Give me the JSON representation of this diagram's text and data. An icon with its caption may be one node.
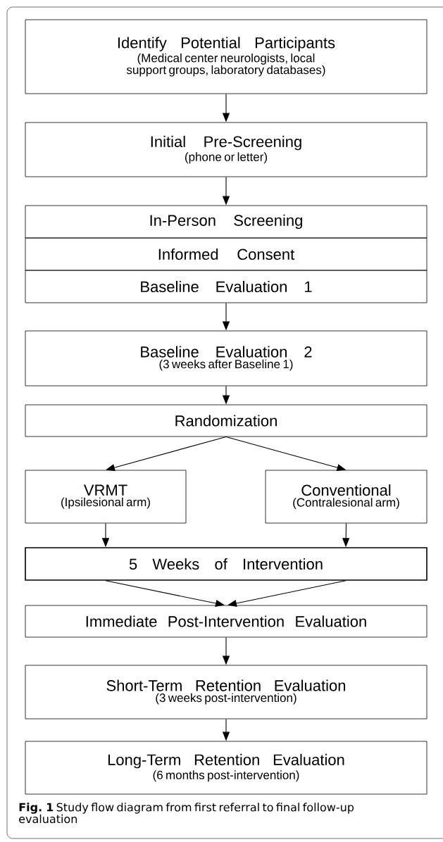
{
  "diagram": {
    "caption": "**Fig. 1** Study flow diagram from first referral to final follow-up evaluation",
    "nodes": [
      {
        "text": [
          "Identify Potential Participants",
          "(Medical center neurologists, local support groups, laboratory databases)"
        ]
      },
      {
        "text": [
          "Initial Pre-Screening",
          "(phone or letter)"
        ]
      },
      {
        "text": [
          "In-Person Screening"
        ]
      },
      {
        "text": [
          "Informed Consent"
        ]
      },
      {
        "text": [
          "Baseline Evaluation 1"
        ]
      },
      {
        "text": [
          "Baseline Evaluation 2",
          "(3 weeks after Baseline 1)"
        ]
      },
      {
        "text": [
          "Randomization"
        ]
      },
      {
        "text": [
          "VRMT",
          "(Ipsilesional arm)"
        ]
      },
      {
        "text": [
          "Conventional",
          "(Contralesional arm)"
        ]
      },
      {
        "text": [
          "5 Weeks of Intervention"
        ]
      },
      {
        "text": [
          "Immediate Post-Intervention Evaluation"
        ]
      },
      {
        "text": [
          "Short-Term Retention Evaluation",
          "(3 weeks post-intervention)"
        ]
      },
      {
        "text": [
          "Long-Term Retention Evaluation",
          "(6 months post-intervention)"
        ]
      }
    ],
    "edges": [
      {
        "from": 0,
        "to": 1,
        "arrow": "to"
      },
      {
        "from": 1,
        "to": 2,
        "arrow": "to"
      },
      {
        "from": 4,
        "to": 5,
        "arrow": "to"
      },
      {
        "from": 5,
        "to": 6,
        "arrow": "to"
      },
      {
        "from": 6,
        "to": 7,
        "arrow": "to"
      },
      {
        "from": 6,
        "to": 8,
        "arrow": "to"
      },
      {
        "from": 7,
        "to": 9,
        "arrow": "to"
      },
      {
        "from": 8,
        "to": 9,
        "arrow": "to"
      },
      {
        "from": 9,
        "to": 10,
        "arrow": "to"
      },
      {
        "from": 9,
        "to": 10,
        "arrow": "to"
      },
      {
        "from": 10,
        "to": 11,
        "arrow": "to"
      },
      {
        "from": 11,
        "to": 12,
        "arrow": "to"
      }
    ]
  }
}
